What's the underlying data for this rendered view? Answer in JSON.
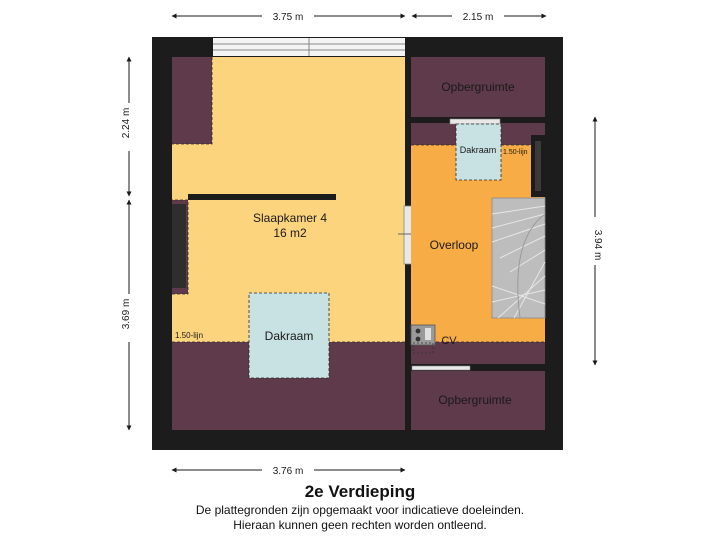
{
  "floor_title": "2e Verdieping",
  "disclaimer": {
    "line1": "De plattegronden zijn opgemaakt voor indicatieve doeleinden.",
    "line2": "Hieraan kunnen geen rechten worden ontleend."
  },
  "dimensions": {
    "top_left": "3.75 m",
    "top_right": "2.15 m",
    "bottom": "3.76 m",
    "left_upper": "2.24 m",
    "left_lower": "3.69 m",
    "right": "3.94 m"
  },
  "rooms": {
    "slaapkamer_name": "Slaapkamer 4",
    "slaapkamer_area": "16 m2",
    "overloop": "Overloop",
    "storage_top": "Opbergruimte",
    "storage_bottom": "Opbergruimte",
    "skylight_left": "Dakraam",
    "skylight_right": "Dakraam",
    "cv": "CV"
  },
  "annotations": {
    "height_line_left": "1.50-lijn",
    "height_line_right": "1.50-lijn"
  },
  "colors": {
    "wall": "#1c1c1c",
    "sloped_zone": "#5e3a4a",
    "bedroom_floor": "#fcd47e",
    "landing_floor": "#f7ac45",
    "skylight": "#c8e2e4",
    "stairs": "#bdbdbd"
  }
}
